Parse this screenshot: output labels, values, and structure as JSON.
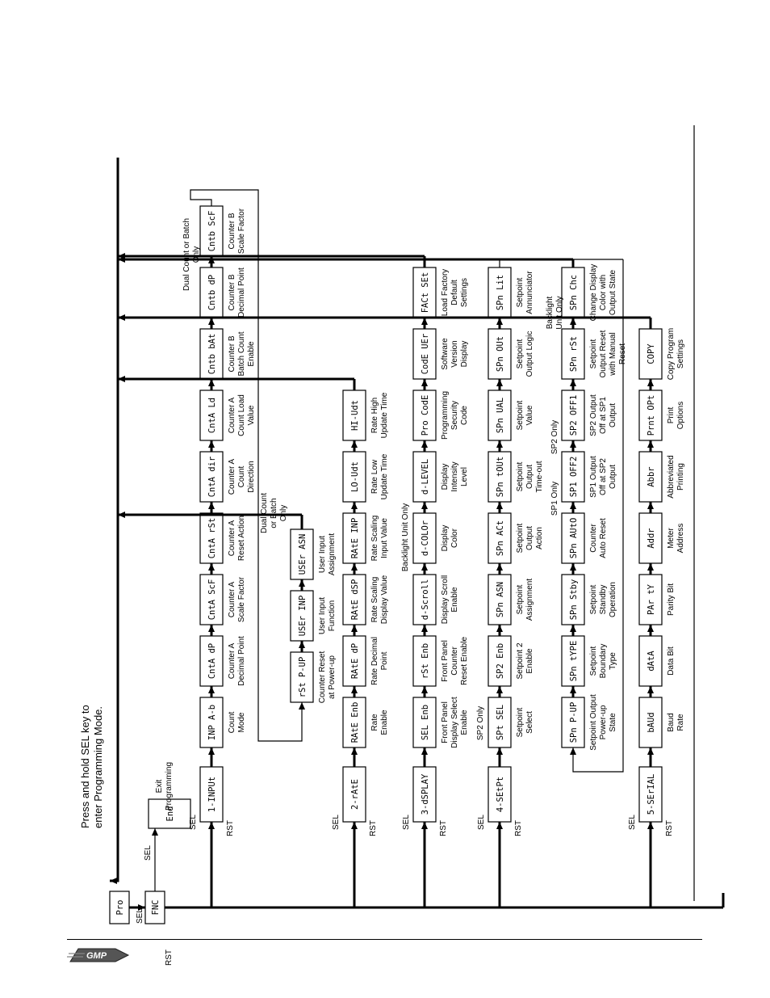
{
  "intro": {
    "line1": "Press and hold SEL key to",
    "line2": "enter Programming Mode."
  },
  "keys": {
    "sel": "SEL",
    "rst": "RST"
  },
  "pro": "Pro",
  "top": {
    "code": "FNC",
    "exit_code": "End",
    "exit_label": [
      "Exit",
      "Programming"
    ]
  },
  "rows": [
    {
      "code": "1-INPUt",
      "params": [
        {
          "code": "INP  A-b",
          "label": [
            "Count",
            "Mode"
          ]
        },
        {
          "code": "CntA  dP",
          "label": [
            "Counter A",
            "Decimal Point"
          ]
        },
        {
          "code": "CntA  ScF",
          "label": [
            "Counter A",
            "Scale Factor"
          ]
        },
        {
          "code": "CntA  rSt",
          "label": [
            "Counter A",
            "Reset Action"
          ]
        },
        {
          "code": "CntA  dir",
          "label": [
            "Counter A",
            "Count",
            "Direction"
          ]
        },
        {
          "code": "CntA  Ld",
          "label": [
            "Counter A",
            "Count Load",
            "Value"
          ]
        },
        {
          "code": "Cntb  bAt",
          "label": [
            "Counter B",
            "Batch Count",
            "Enable"
          ]
        },
        {
          "code": "Cntb  dP",
          "label": [
            "Counter B",
            "Decimal Point"
          ]
        },
        {
          "code": "Cntb  ScF",
          "label": [
            "Counter B",
            "Scale Factor"
          ]
        }
      ]
    },
    {
      "code": "2-rAtE",
      "params": [
        {
          "code": "RAtE  Enb",
          "label": [
            "Rate",
            "Enable"
          ]
        },
        {
          "code": "RAtE  dP",
          "label": [
            "Rate Decimal",
            "Point"
          ]
        },
        {
          "code": "RAtE  dSP",
          "label": [
            "Rate Scaling",
            "Display Value"
          ]
        },
        {
          "code": "RAtE  INP",
          "label": [
            "Rate Scaling",
            "Input Value"
          ]
        },
        {
          "code": "LO-Udt",
          "label": [
            "Rate Low",
            "Update Time"
          ]
        },
        {
          "code": "HI-Udt",
          "label": [
            "Rate High",
            "Update Time"
          ]
        }
      ]
    },
    {
      "code": "3-dSPLAY",
      "params": [
        {
          "code": "SEL  Enb",
          "label": [
            "Front Panel",
            "Display Select",
            "Enable"
          ]
        },
        {
          "code": "rSt  Enb",
          "label": [
            "Front Panel",
            "Counter",
            "Reset Enable"
          ]
        },
        {
          "code": "d-Scroll",
          "label": [
            "Display Scroll",
            "Enable"
          ]
        },
        {
          "code": "d-COLOr",
          "label": [
            "Display",
            "Color"
          ]
        },
        {
          "code": "d-LEVEL",
          "label": [
            "Display",
            "Intensity",
            "Level"
          ]
        },
        {
          "code": "Pro  CodE",
          "label": [
            "Programming",
            "Security",
            "Code"
          ]
        },
        {
          "code": "CodE  UEr",
          "label": [
            "Software",
            "Version",
            "Display"
          ]
        },
        {
          "code": "FACt  SEt",
          "label": [
            "Load Factory",
            "Default",
            "Settings"
          ]
        }
      ]
    },
    {
      "code": "4-SEtPt",
      "params": [
        {
          "code": "SPt  SEL",
          "label": [
            "Setpoint",
            "Select"
          ]
        },
        {
          "code": "SP2  Enb",
          "label": [
            "Setpoint 2",
            "Enable"
          ]
        },
        {
          "code": "SPn  ASN",
          "label": [
            "Setpoint",
            "Assignment"
          ]
        },
        {
          "code": "SPn  ACt",
          "label": [
            "Setpoint",
            "Output",
            "Action"
          ]
        },
        {
          "code": "SPn  tOUt",
          "label": [
            "Setpoint",
            "Output",
            "Time-out"
          ]
        },
        {
          "code": "SPn  UAL",
          "label": [
            "Setpoint",
            "Value"
          ]
        },
        {
          "code": "SPn  OUt",
          "label": [
            "Setpoint",
            "Output Logic"
          ]
        },
        {
          "code": "SPn  Lit",
          "label": [
            "Setpoint",
            "Annunciator"
          ]
        }
      ]
    },
    {
      "params": [
        {
          "code": "SPn  P-UP",
          "label": [
            "Setpoint Output",
            "Power-up",
            "State"
          ]
        },
        {
          "code": "SPn  tYPE",
          "label": [
            "Setpoint",
            "Boundary",
            "Type"
          ]
        },
        {
          "code": "SPn  Stby",
          "label": [
            "Setpoint",
            "Standby",
            "Operation"
          ]
        },
        {
          "code": "SPn  AUtO",
          "label": [
            "Counter",
            "Auto Reset"
          ]
        },
        {
          "code": "SP1  OFF2",
          "label": [
            "SP1 Output",
            "Off at SP2",
            "Output"
          ]
        },
        {
          "code": "SP2  OFF1",
          "label": [
            "SP2 Output",
            "Off at SP1",
            "Output"
          ]
        },
        {
          "code": "SPn  rSt",
          "label": [
            "Setpoint",
            "Output Reset",
            "with Manual",
            "Reset"
          ]
        },
        {
          "code": "SPn  Chc",
          "label": [
            "Change Display",
            "Color with",
            "Output State"
          ]
        }
      ]
    },
    {
      "code": "5-SErIAL",
      "params": [
        {
          "code": "bAUd",
          "label": [
            "Baud",
            "Rate"
          ]
        },
        {
          "code": "dAtA",
          "label": [
            "Data Bit"
          ]
        },
        {
          "code": "PAr  tY",
          "label": [
            "Parity Bit"
          ]
        },
        {
          "code": "Addr",
          "label": [
            "Meter",
            "Address"
          ]
        },
        {
          "code": "Abbr",
          "label": [
            "Abbreviated",
            "Printing"
          ]
        },
        {
          "code": "Prnt  OPt",
          "label": [
            "Print",
            "Options"
          ]
        },
        {
          "code": "COPY",
          "label": [
            "Copy Program",
            "Settings"
          ]
        }
      ]
    }
  ],
  "user": [
    {
      "code": "rSt  P-UP",
      "label": [
        "Counter Reset",
        "at Power-up"
      ]
    },
    {
      "code": "USEr  INP",
      "label": [
        "User Input",
        "Function"
      ]
    },
    {
      "code": "USEr  ASN",
      "label": [
        "User Input",
        "Assignment"
      ]
    }
  ],
  "notes": {
    "dual_b": [
      "Dual Count or Batch",
      "Only"
    ],
    "dual_user": [
      "Dual Count",
      "or Batch",
      "Only"
    ],
    "backlight": "Backlight Unit Only",
    "sp2_only": "SP2 Only",
    "sp1_only": "SP1 Only",
    "sp2_only_b": "SP2 Only",
    "backlight_b": [
      "Backlight",
      "Unit Only"
    ]
  },
  "colors": {
    "line": "#000000",
    "background": "#ffffff"
  }
}
